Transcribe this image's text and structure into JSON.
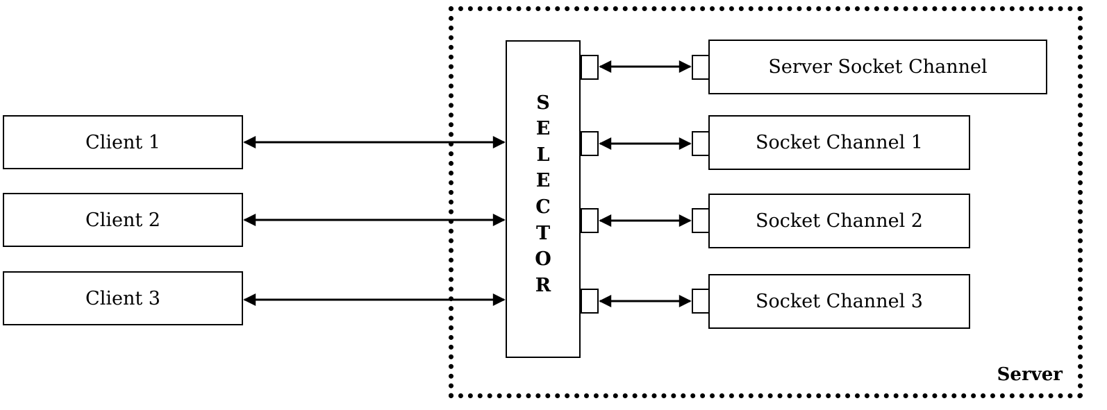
{
  "server": {
    "label": "Server"
  },
  "clients": [
    "Client 1",
    "Client 2",
    "Client 3"
  ],
  "selector": {
    "letters": [
      "S",
      "E",
      "L",
      "E",
      "C",
      "T",
      "O",
      "R"
    ]
  },
  "channels": [
    "Server Socket Channel",
    "Socket Channel 1",
    "Socket Channel 2",
    "Socket Channel 3"
  ]
}
